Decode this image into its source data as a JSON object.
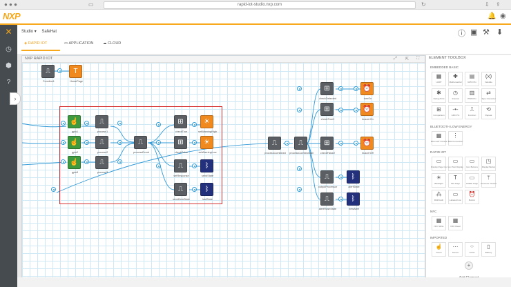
{
  "browser": {
    "url": "rapid-iot-studio.nxp.com"
  },
  "app": {
    "logo": "NXP"
  },
  "breadcrumb": {
    "studio": "Studio",
    "project": "SafeHat"
  },
  "tabs": [
    {
      "label": "RAPID IOT"
    },
    {
      "label": "APPLICATION"
    },
    {
      "label": "CLOUD"
    }
  ],
  "canvas": {
    "title": "NXP RAPID IOT"
  },
  "nodes": {
    "function": "Function1",
    "home_page": "HomePage",
    "gpio1": "gpio1",
    "gpio2": "gpio2",
    "gpio3": "gpio3",
    "process1": "process1",
    "process2": "process2",
    "process3": "process3",
    "process_event": "processEvent",
    "check_true": "checkTrue",
    "check_false": "checkFalse",
    "set_warning_high": "setWarningHigh",
    "set_warning_low": "setWarningLow",
    "set_resp": "setResponse",
    "send_state": "sendState",
    "send_new_state": "sendNewState",
    "last_state": "lastState",
    "process_combined1": "processCombined",
    "process_combined2": "processCombinedAll",
    "check_detected": "checkDetected",
    "check_true2": "checkTrue2",
    "check_false2": "checkFalse2",
    "turn_on": "turnOn",
    "buzzer_on": "buzzerOn",
    "buzzer_off": "buzzerOff",
    "output_processor": "outputProcessor",
    "alert_state": "alertState",
    "alert_flash_state": "alertFlashState",
    "new_alert": "newAlert"
  },
  "toolbox": {
    "title": "ELEMENT TOOLBOX",
    "sections": {
      "embedded": "EMBEDDED BASIC",
      "ble": "BLUETOOTH LOW ENERGY",
      "rapid": "RAPID IOT",
      "nfc": "NFC",
      "imported": "IMPORTED"
    },
    "embedded_items": [
      "UART",
      "Mathematical",
      "GPIO Pin",
      "Variable",
      "Debug Print",
      "Interval",
      "PWM Pin",
      "Type Converter",
      "Comparison",
      "ADC Pin",
      "Function",
      "Repeat"
    ],
    "ble_items": [
      "BLE GATT Characteristic",
      "BLE Connection"
    ],
    "rapid_items": [
      "Display Page Controller",
      "Icon Text Display",
      "Icon Buttons",
      "Display Button",
      "Backlight",
      "Slot Page",
      "Hid/RF Page",
      "Pressure Thread",
      "RGB LED",
      "Labeled Icon",
      "Buzzer"
    ],
    "nfc_items": [
      "NFC Write",
      "NFC Read"
    ],
    "imported_items": [
      "Touch",
      "Sensor",
      "TVOC",
      "Battery"
    ],
    "add_label": "Add Element"
  }
}
